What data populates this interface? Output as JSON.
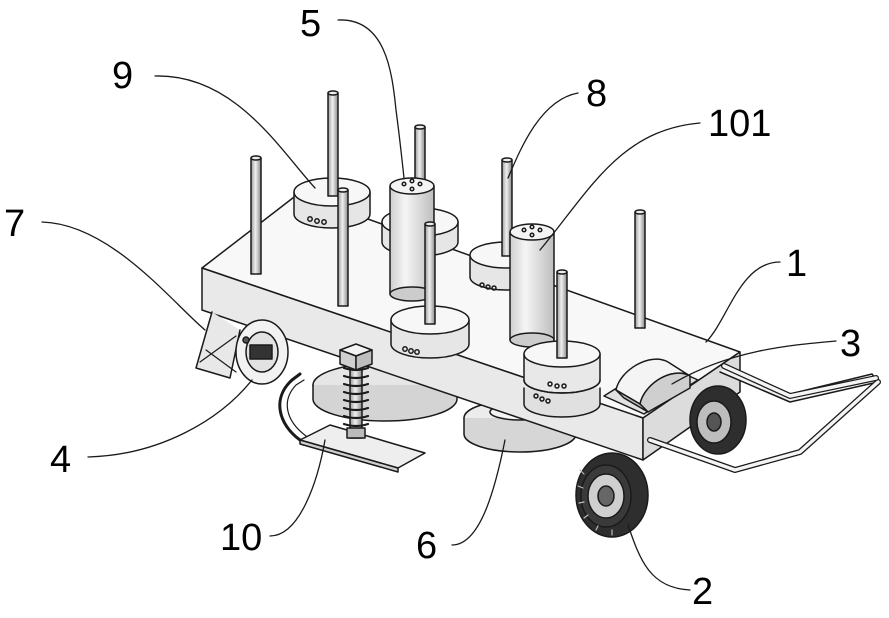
{
  "figure": {
    "labels": [
      {
        "id": "1",
        "text": "1"
      },
      {
        "id": "2",
        "text": "2"
      },
      {
        "id": "3",
        "text": "3"
      },
      {
        "id": "4",
        "text": "4"
      },
      {
        "id": "5",
        "text": "5"
      },
      {
        "id": "6",
        "text": "6"
      },
      {
        "id": "7",
        "text": "7"
      },
      {
        "id": "8",
        "text": "8"
      },
      {
        "id": "9",
        "text": "9"
      },
      {
        "id": "10",
        "text": "10"
      },
      {
        "id": "101",
        "text": "101"
      }
    ]
  },
  "colors": {
    "line": "#1a1a1a",
    "body_fill": "#f7f7f7",
    "shade_fill": "#d9d9d9",
    "tire_fill": "#333333",
    "background": "#ffffff"
  }
}
